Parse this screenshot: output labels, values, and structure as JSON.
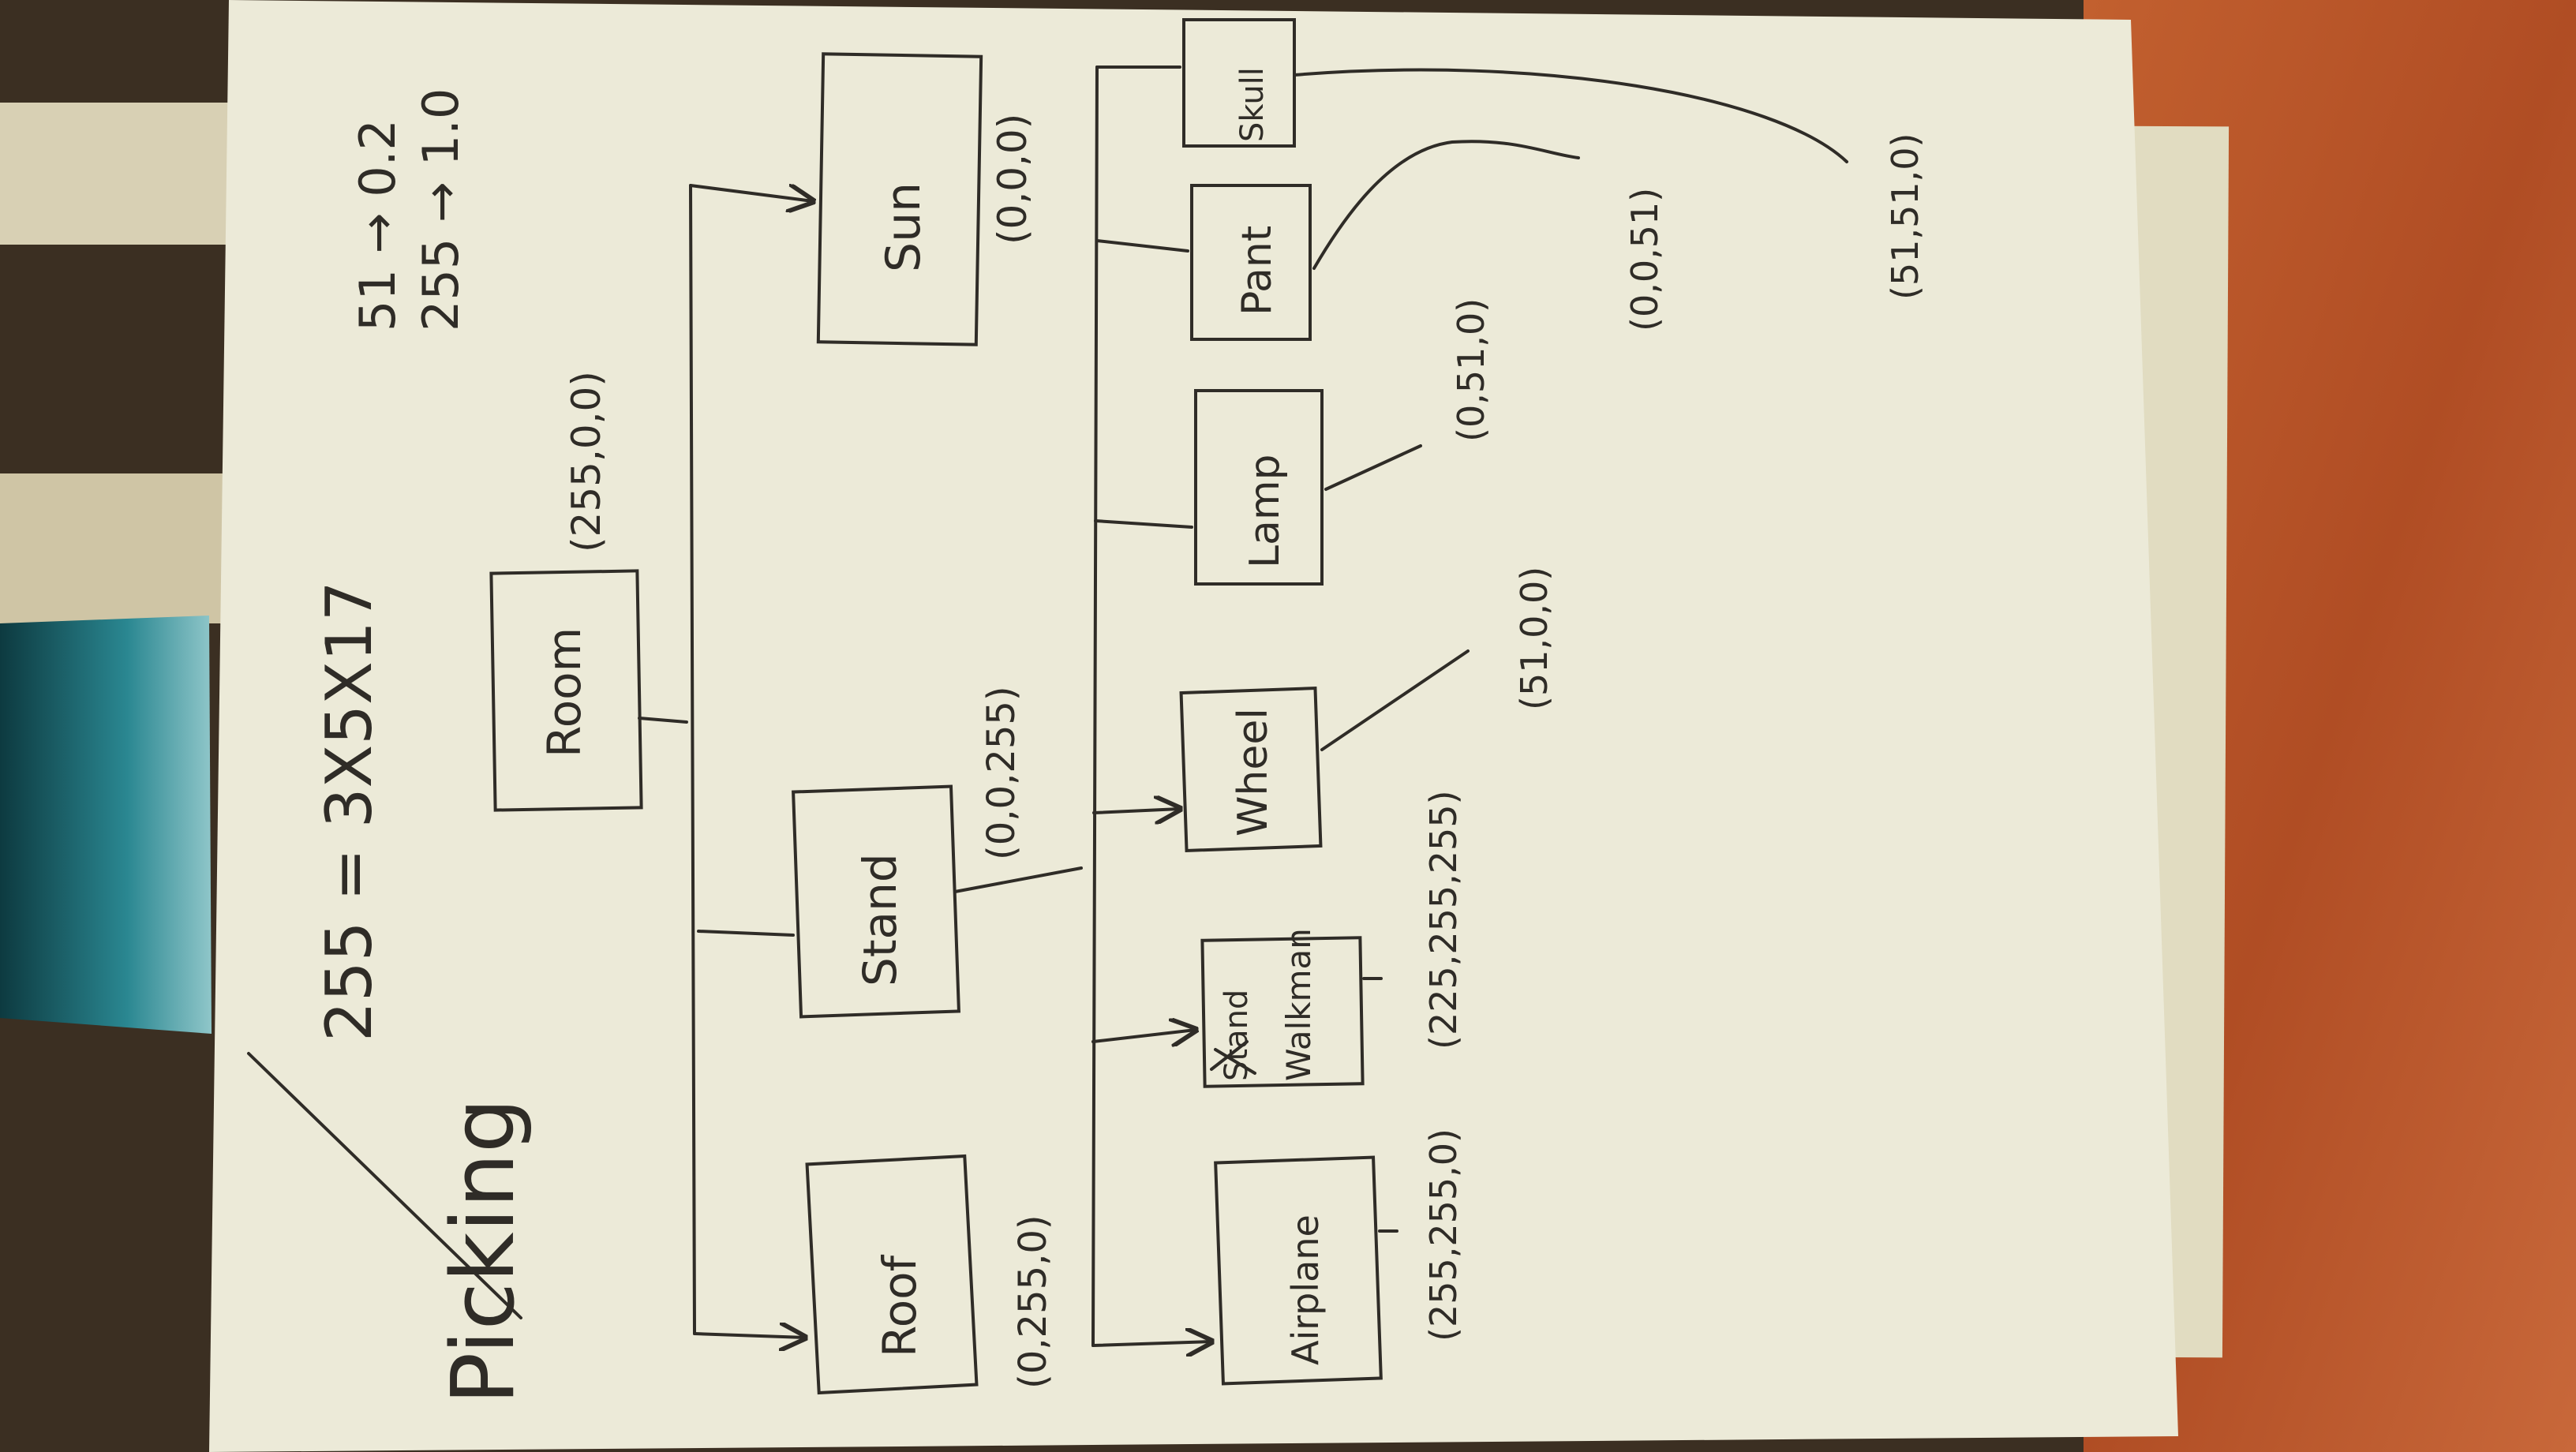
{
  "header": {
    "title": "Picking",
    "formula": "255 = 3X5X17",
    "scale_1": "51 → 0.2",
    "scale_2": "255 → 1.0"
  },
  "nodes": {
    "room": {
      "label": "Room",
      "color": "(255,0,0)"
    },
    "sun": {
      "label": "Sun",
      "color": "(0,0,0)"
    },
    "stand": {
      "label": "Stand",
      "color": "(0,0,255)"
    },
    "roof": {
      "label": "Roof",
      "color": "(0,255,0)"
    },
    "skull": {
      "label": "Skull",
      "color": "(51,51,0)"
    },
    "pant": {
      "label": "Pant",
      "color": "(0,0,51)"
    },
    "lamp": {
      "label": "Lamp",
      "color": "(0,51,0)"
    },
    "wheel": {
      "label": "Wheel",
      "color": "(51,0,0)"
    },
    "walkman": {
      "label": "Walkman",
      "struck": "Stand",
      "color": "(225,255,255)"
    },
    "airplane": {
      "label": "Airplane",
      "color": "(255,255,0)"
    }
  },
  "colors": {
    "ink": "#2f2c27",
    "paper": "#ecead8",
    "table": "#b8562c",
    "glass": "#1f6f7a"
  }
}
